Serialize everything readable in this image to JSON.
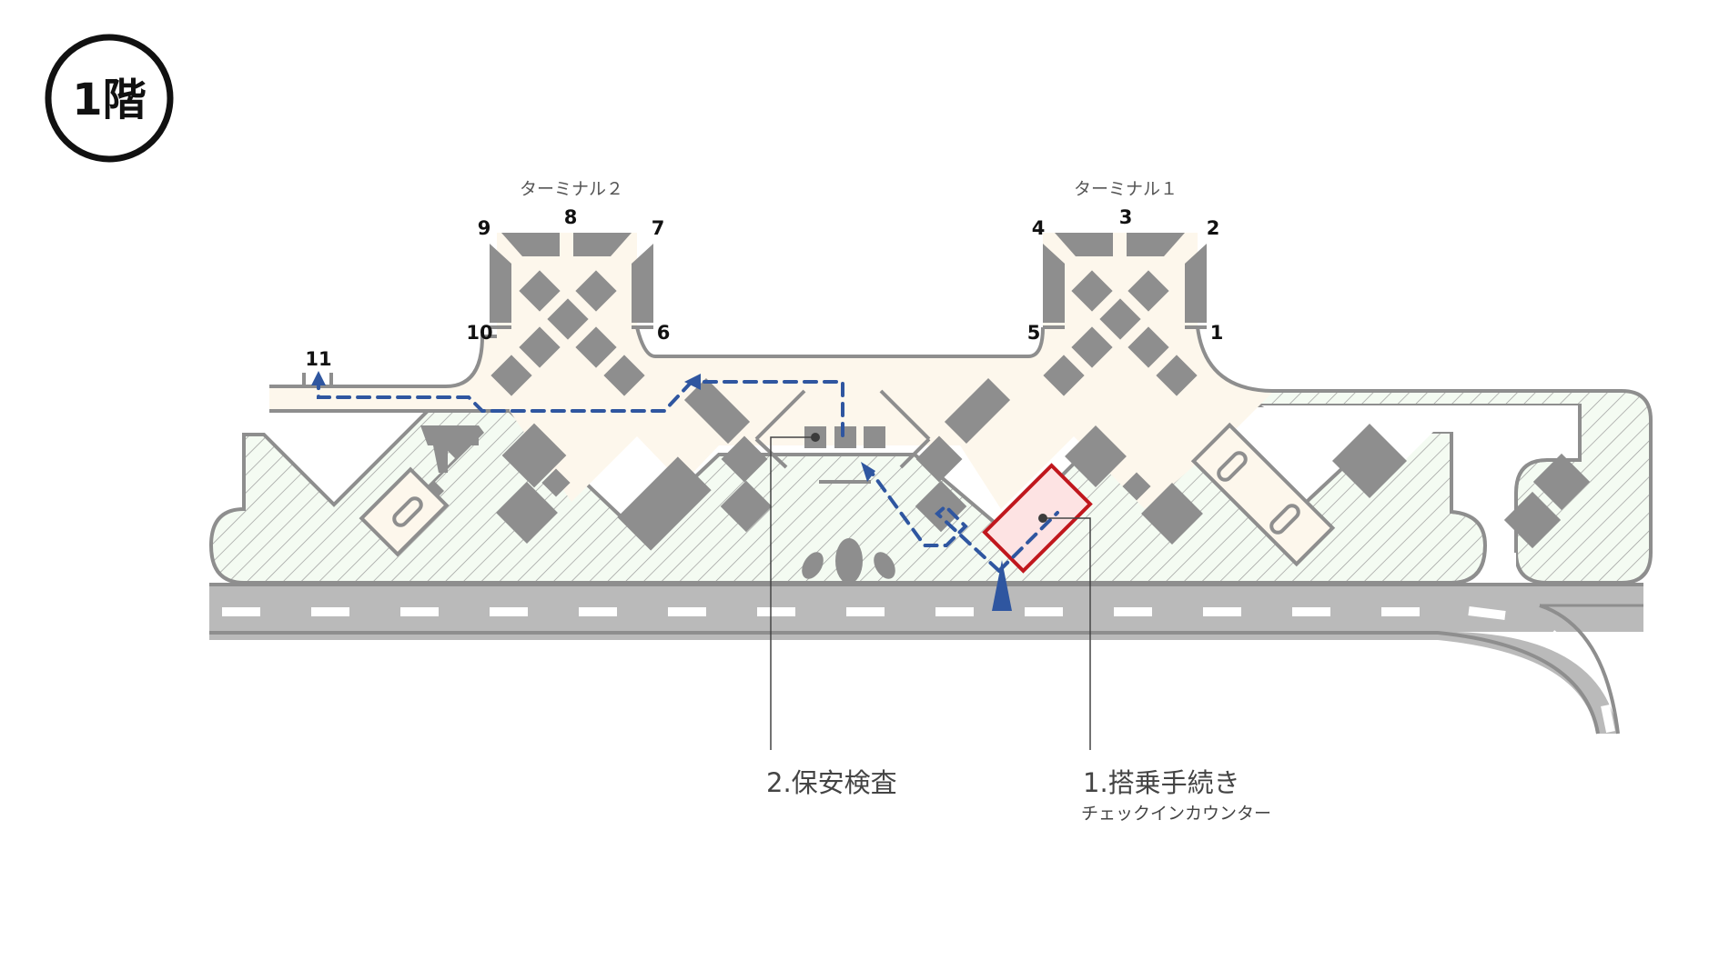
{
  "floor": {
    "label": "1階"
  },
  "terminals": [
    {
      "name": "ターミナル２",
      "gates": [
        "6",
        "7",
        "8",
        "9",
        "10"
      ]
    },
    {
      "name": "ターミナル１",
      "gates": [
        "1",
        "2",
        "3",
        "4",
        "5"
      ]
    }
  ],
  "gates": {
    "g1": "1",
    "g2": "2",
    "g3": "3",
    "g4": "4",
    "g5": "5",
    "g6": "6",
    "g7": "7",
    "g8": "8",
    "g9": "9",
    "g10": "10",
    "g11": "11"
  },
  "callouts": {
    "security": {
      "label": "2.保安検査"
    },
    "checkin": {
      "label": "1.搭乗手続き",
      "sublabel": "チェックインカウンター"
    }
  },
  "colors": {
    "building_fill": "#f4fbf2",
    "concourse_fill": "#fdf7ec",
    "wall": "#8e8e8e",
    "road": "#bababa",
    "route": "#2f56a0",
    "checkin_stroke": "#c0171d",
    "checkin_fill": "#fde3e3",
    "marker": "#3c3c3c"
  }
}
